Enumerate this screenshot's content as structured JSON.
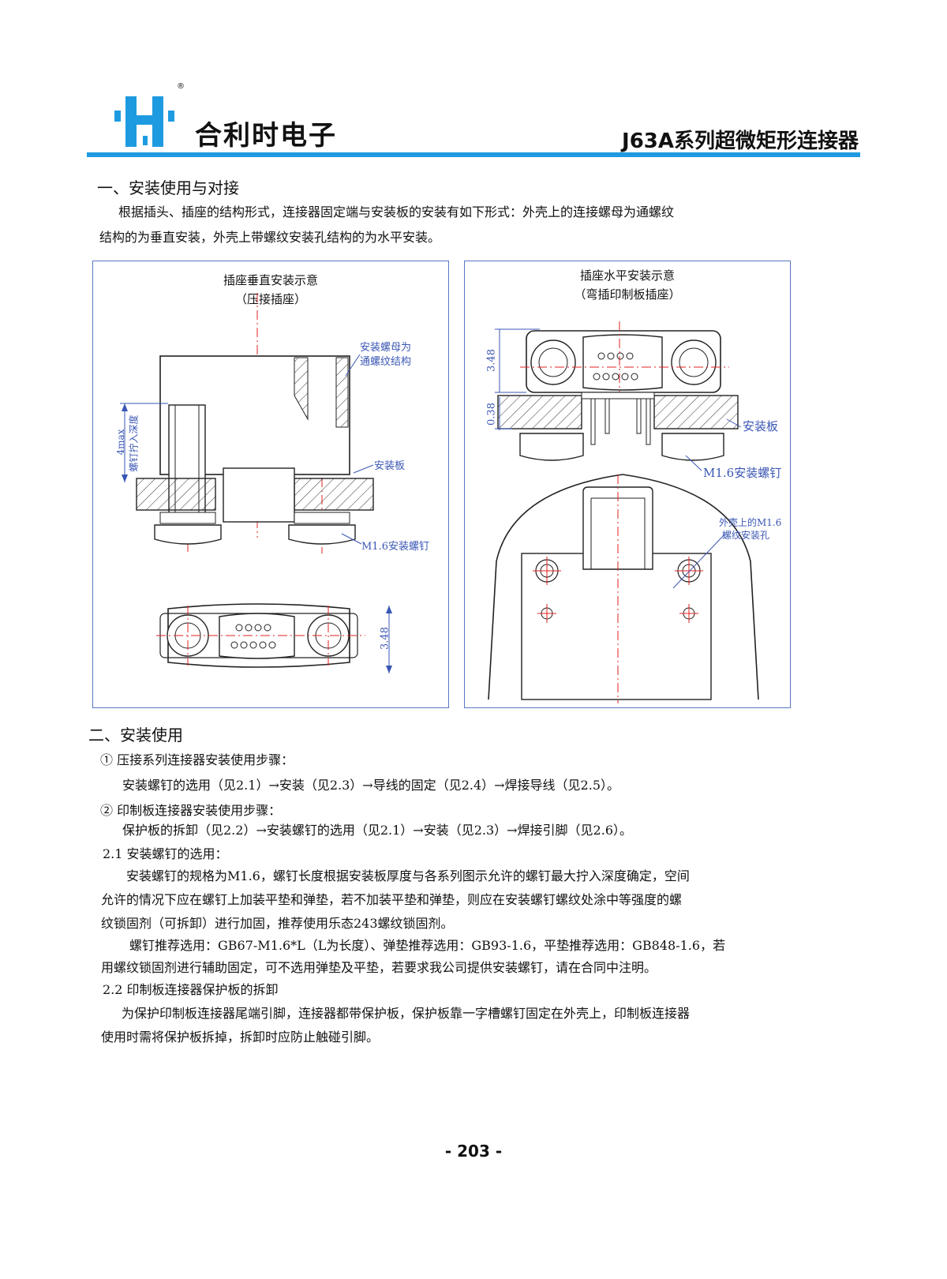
{
  "header": {
    "brand": "合利时电子",
    "registered": "®",
    "series_title": "J63A系列超微矩形连接器",
    "accent_color": "#1e9be0"
  },
  "section1": {
    "heading": "一、安装使用与对接",
    "para_line1": "根据插头、插座的结构形式，连接器固定端与安装板的安装有如下形式：外壳上的连接螺母为通螺纹",
    "para_line2": "结构的为垂直安装，外壳上带螺纹安装孔结构的为水平安装。"
  },
  "figure_left": {
    "title": "插座垂直安装示意",
    "subtitle": "（压接插座）",
    "callout_nut_1": "安装螺母为",
    "callout_nut_2": "通螺纹结构",
    "callout_plate": "安装板",
    "callout_screw": "M1.6安装螺钉",
    "dim_depth_1": "4max",
    "dim_depth_2": "螺钉拧入深度",
    "dim_height": "3.48"
  },
  "figure_right": {
    "title": "插座水平安装示意",
    "subtitle": "（弯插印制板插座）",
    "dim_height": "3.48",
    "dim_gap": "0.38",
    "callout_plate": "安装板",
    "callout_screw": "M1.6安装螺钉",
    "callout_hole_1": "外壳上的M1.6",
    "callout_hole_2": "螺纹安装孔"
  },
  "section2": {
    "heading": "二、安装使用",
    "item1_title": "① 压接系列连接器安装使用步骤：",
    "item1_steps": "安装螺钉的选用（见2.1）→安装（见2.3）→导线的固定（见2.4）→焊接导线（见2.5）。",
    "item2_title": "② 印制板连接器安装使用步骤：",
    "item2_steps": "保护板的拆卸（见2.2）→安装螺钉的选用（见2.1）→安装（见2.3）→焊接引脚（见2.6）。",
    "s21_title": "2.1 安装螺钉的选用：",
    "s21_line1": "安装螺钉的规格为M1.6，螺钉长度根据安装板厚度与各系列图示允许的螺钉最大拧入深度确定，空间",
    "s21_line2": "允许的情况下应在螺钉上加装平垫和弹垫，若不加装平垫和弹垫，则应在安装螺钉螺纹处涂中等强度的螺",
    "s21_line3": "纹锁固剂（可拆卸）进行加固，推荐使用乐态243螺纹锁固剂。",
    "s21_line4": "螺钉推荐选用：GB67-M1.6*L（L为长度）、弹垫推荐选用：GB93-1.6，平垫推荐选用：GB848-1.6，若",
    "s21_line5": "用螺纹锁固剂进行辅助固定，可不选用弹垫及平垫，若要求我公司提供安装螺钉，请在合同中注明。",
    "s22_title": "2.2 印制板连接器保护板的拆卸",
    "s22_line1": "为保护印制板连接器尾端引脚，连接器都带保护板，保护板靠一字槽螺钉固定在外壳上，印制板连接器",
    "s22_line2": "使用时需将保护板拆掉，拆卸时应防止触碰引脚。"
  },
  "footer": {
    "page_number": "- 203 -"
  }
}
